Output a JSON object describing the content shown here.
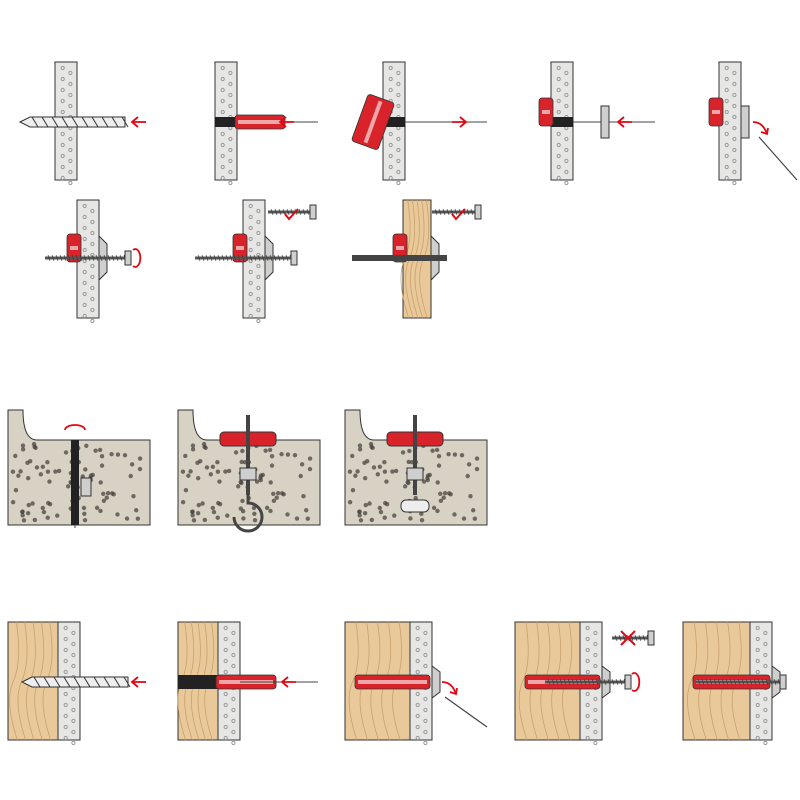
{
  "colors": {
    "plug_red": "#d8232a",
    "arrow_red": "#e30613",
    "board_gray": "#e6e6e4",
    "board_dot": "#9a9a98",
    "wood": "#e9c99a",
    "wood_grain": "#c9a06a",
    "concrete": "#d8d2c4",
    "concrete_dot": "#4a4540",
    "outline": "#333333",
    "metal": "#cfcfcf"
  },
  "rows": [
    {
      "name": "plasterboard-installation",
      "steps": 5
    },
    {
      "name": "plasterboard-mounting",
      "steps": 3
    },
    {
      "name": "concrete-ceiling",
      "steps": 3
    },
    {
      "name": "wood-plasterboard",
      "steps": 5
    }
  ]
}
